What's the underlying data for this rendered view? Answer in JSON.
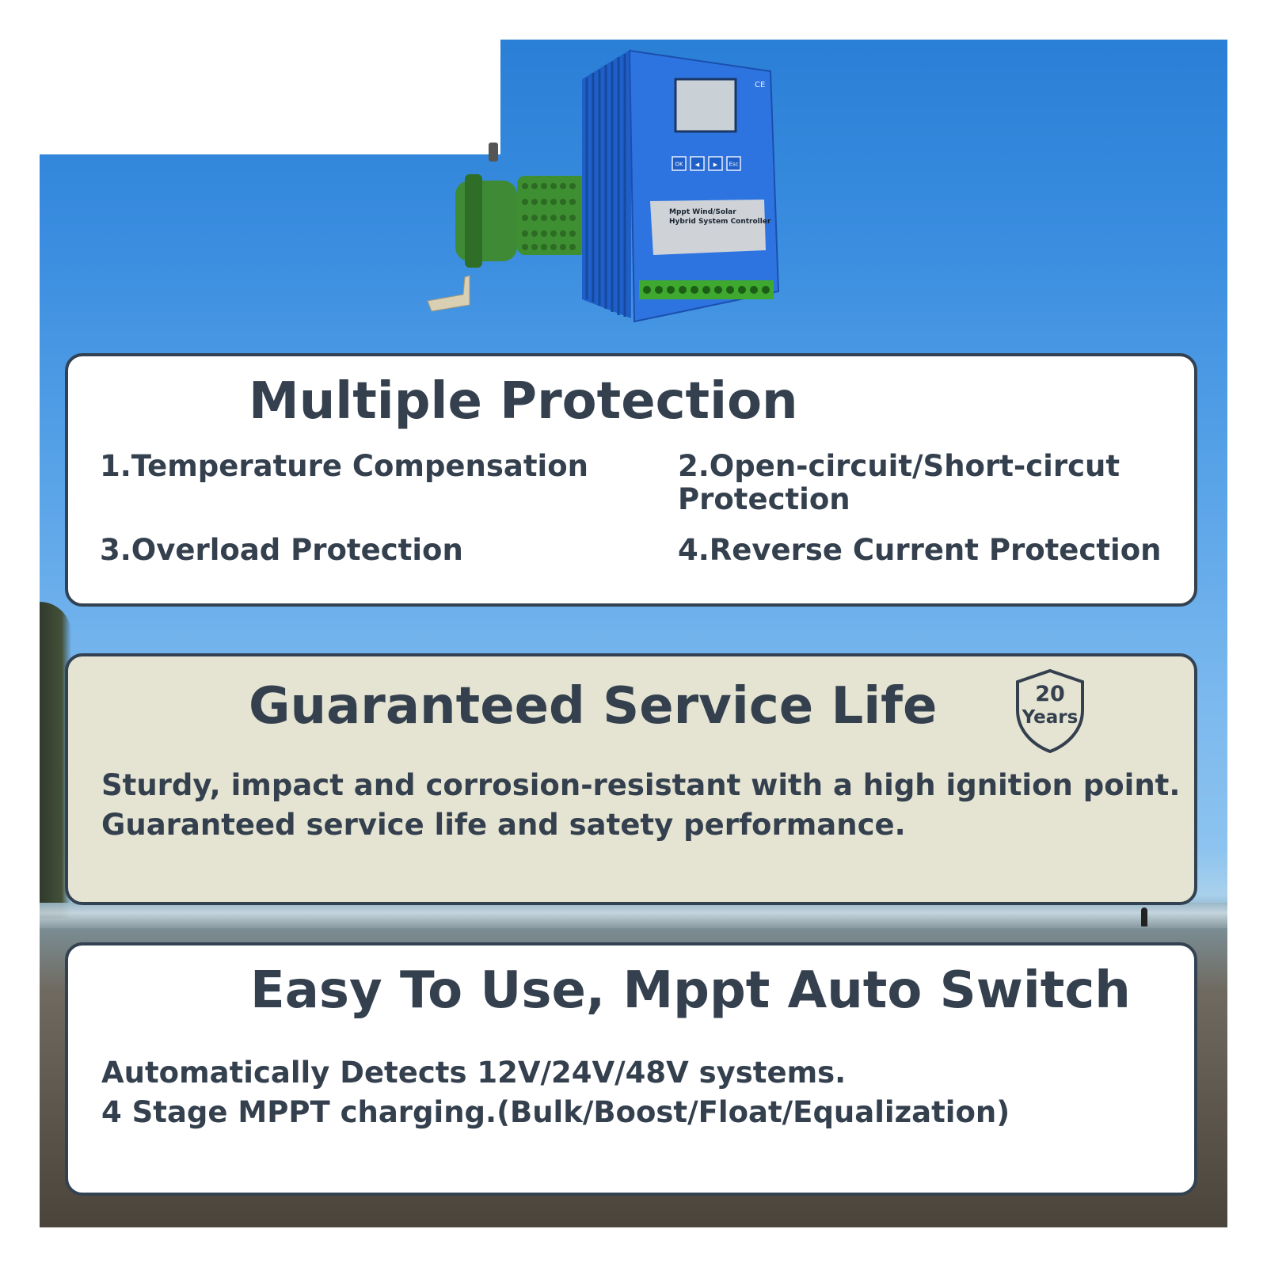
{
  "product": {
    "label_line1": "Mppt Wind/Solar",
    "label_line2": "Hybrid System Controller",
    "buttons": [
      "OK",
      "◀",
      "▶",
      "Esc"
    ],
    "ce_mark": "CE"
  },
  "protection": {
    "title": "Multiple Protection",
    "features": [
      "1.Temperature Compensation",
      "2.Open-circuit/Short-circut Protection",
      "3.Overload Protection",
      "4.Reverse Current Protection"
    ]
  },
  "service": {
    "title": "Guaranteed Service Life",
    "badge_number": "20",
    "badge_unit": "Years",
    "line1": "Sturdy, impact and corrosion-resistant with a high ignition point.",
    "line2": "Guaranteed service life and satety performance."
  },
  "easy": {
    "title": "Easy To Use, Mppt Auto Switch",
    "line1": "Automatically Detects 12V/24V/48V systems.",
    "line2": "4 Stage MPPT charging.(Bulk/Boost/Float/Equalization)"
  }
}
